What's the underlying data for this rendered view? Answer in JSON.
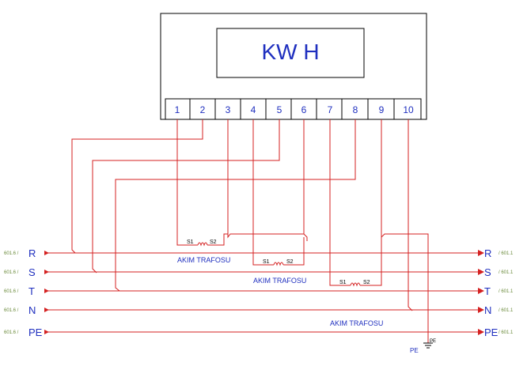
{
  "meter": {
    "title": "KW H",
    "terminals": [
      "1",
      "2",
      "3",
      "4",
      "5",
      "6",
      "7",
      "8",
      "9",
      "10"
    ]
  },
  "lines": [
    {
      "name": "R",
      "left_ref": "601.6 /",
      "right_ref": "/ 601.1"
    },
    {
      "name": "S",
      "left_ref": "601.6 /",
      "right_ref": "/ 601.1"
    },
    {
      "name": "T",
      "left_ref": "601.6 /",
      "right_ref": "/ 601.1"
    },
    {
      "name": "N",
      "left_ref": "601.6 /",
      "right_ref": "/ 601.1"
    },
    {
      "name": "PE",
      "left_ref": "601.6 /",
      "right_ref": "/ 601.1"
    }
  ],
  "transformers": [
    {
      "label": "AKIM TRAFOSU",
      "s1": "S1",
      "s2": "S2"
    },
    {
      "label": "AKIM TRAFOSU",
      "s1": "S1",
      "s2": "S2"
    },
    {
      "label": "AKIM TRAFOSU",
      "s1": "S1",
      "s2": "S2"
    }
  ],
  "ground": {
    "label": "PE",
    "symbol_label": "PE"
  },
  "colors": {
    "wire": "#d42020",
    "text": "#1f2fbf",
    "ref": "#6a8a3a",
    "frame": "#000000"
  }
}
